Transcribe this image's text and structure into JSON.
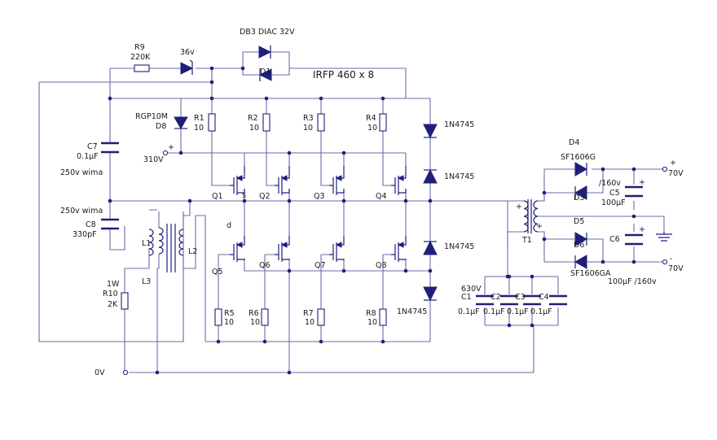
{
  "title": "IRFP 460 x 8",
  "labels": {
    "r9": "R9",
    "r9_val": "220K",
    "zener36": "36v",
    "db3": "DB3  DIAC 32V",
    "d1": "D1",
    "rgp": "RGP10M",
    "d8": "D8",
    "r1": "R1",
    "r1_val": "10",
    "r2": "R2",
    "r2_val": "10",
    "r3": "R3",
    "r3_val": "10",
    "r4": "R4",
    "r4_val": "10",
    "c7": "C7",
    "c7_val": "0.1µF",
    "c7_rating": "250v  wima",
    "c8_rating": "250v  wima",
    "c8": "C8",
    "c8_val": "330pF",
    "v310_plus": "+",
    "v310": "310V",
    "q1": "Q1",
    "q2": "Q2",
    "q3": "Q3",
    "q4": "Q4",
    "q5": "Q5",
    "q6": "Q6",
    "q7": "Q7",
    "q8": "Q8",
    "s_pin": "s",
    "d_pin": "d",
    "z1": "1N4745",
    "z2": "1N4745",
    "z3": "1N4745",
    "z4": "1N4745",
    "l1": "L1",
    "l2": "L2",
    "l3": "L3",
    "r10_w": "1W",
    "r10": "R10",
    "r10_val": "2K",
    "r5": "R5",
    "r5_val": "10",
    "r6": "R6",
    "r6_val": "10",
    "r7": "R7",
    "r7_val": "10",
    "r8": "R8",
    "r8_val": "10",
    "v0": "0V",
    "t1": "T1",
    "t1_plus_a": "+",
    "t1_plus_b": "+",
    "d4": "D4",
    "sf1606g": "SF1606G",
    "d3": "D3",
    "v160": "/160v",
    "c5": "C5",
    "c5_val": "100µF",
    "c5_plus": "+",
    "d5": "D5",
    "d6": "D6",
    "c6": "C6",
    "c6_plus": "+",
    "sf1606ga": "SF1606GA",
    "c6_val": "100µF /160v",
    "out_plus": "+",
    "v70a": "70V",
    "out_minus": "-",
    "v70b": "70V",
    "c1_rating": "630V",
    "c1": "C1",
    "c1_val": "0.1µF",
    "c2": "C2",
    "c2_val": "0.1µF",
    "c3": "C3",
    "c3_val": "0.1µF",
    "c4": "C4",
    "c4_val": "0.1µF"
  },
  "colors": {
    "wire": "#6b6ba8",
    "component": "#1f1f7a",
    "background": "#ffffff"
  }
}
